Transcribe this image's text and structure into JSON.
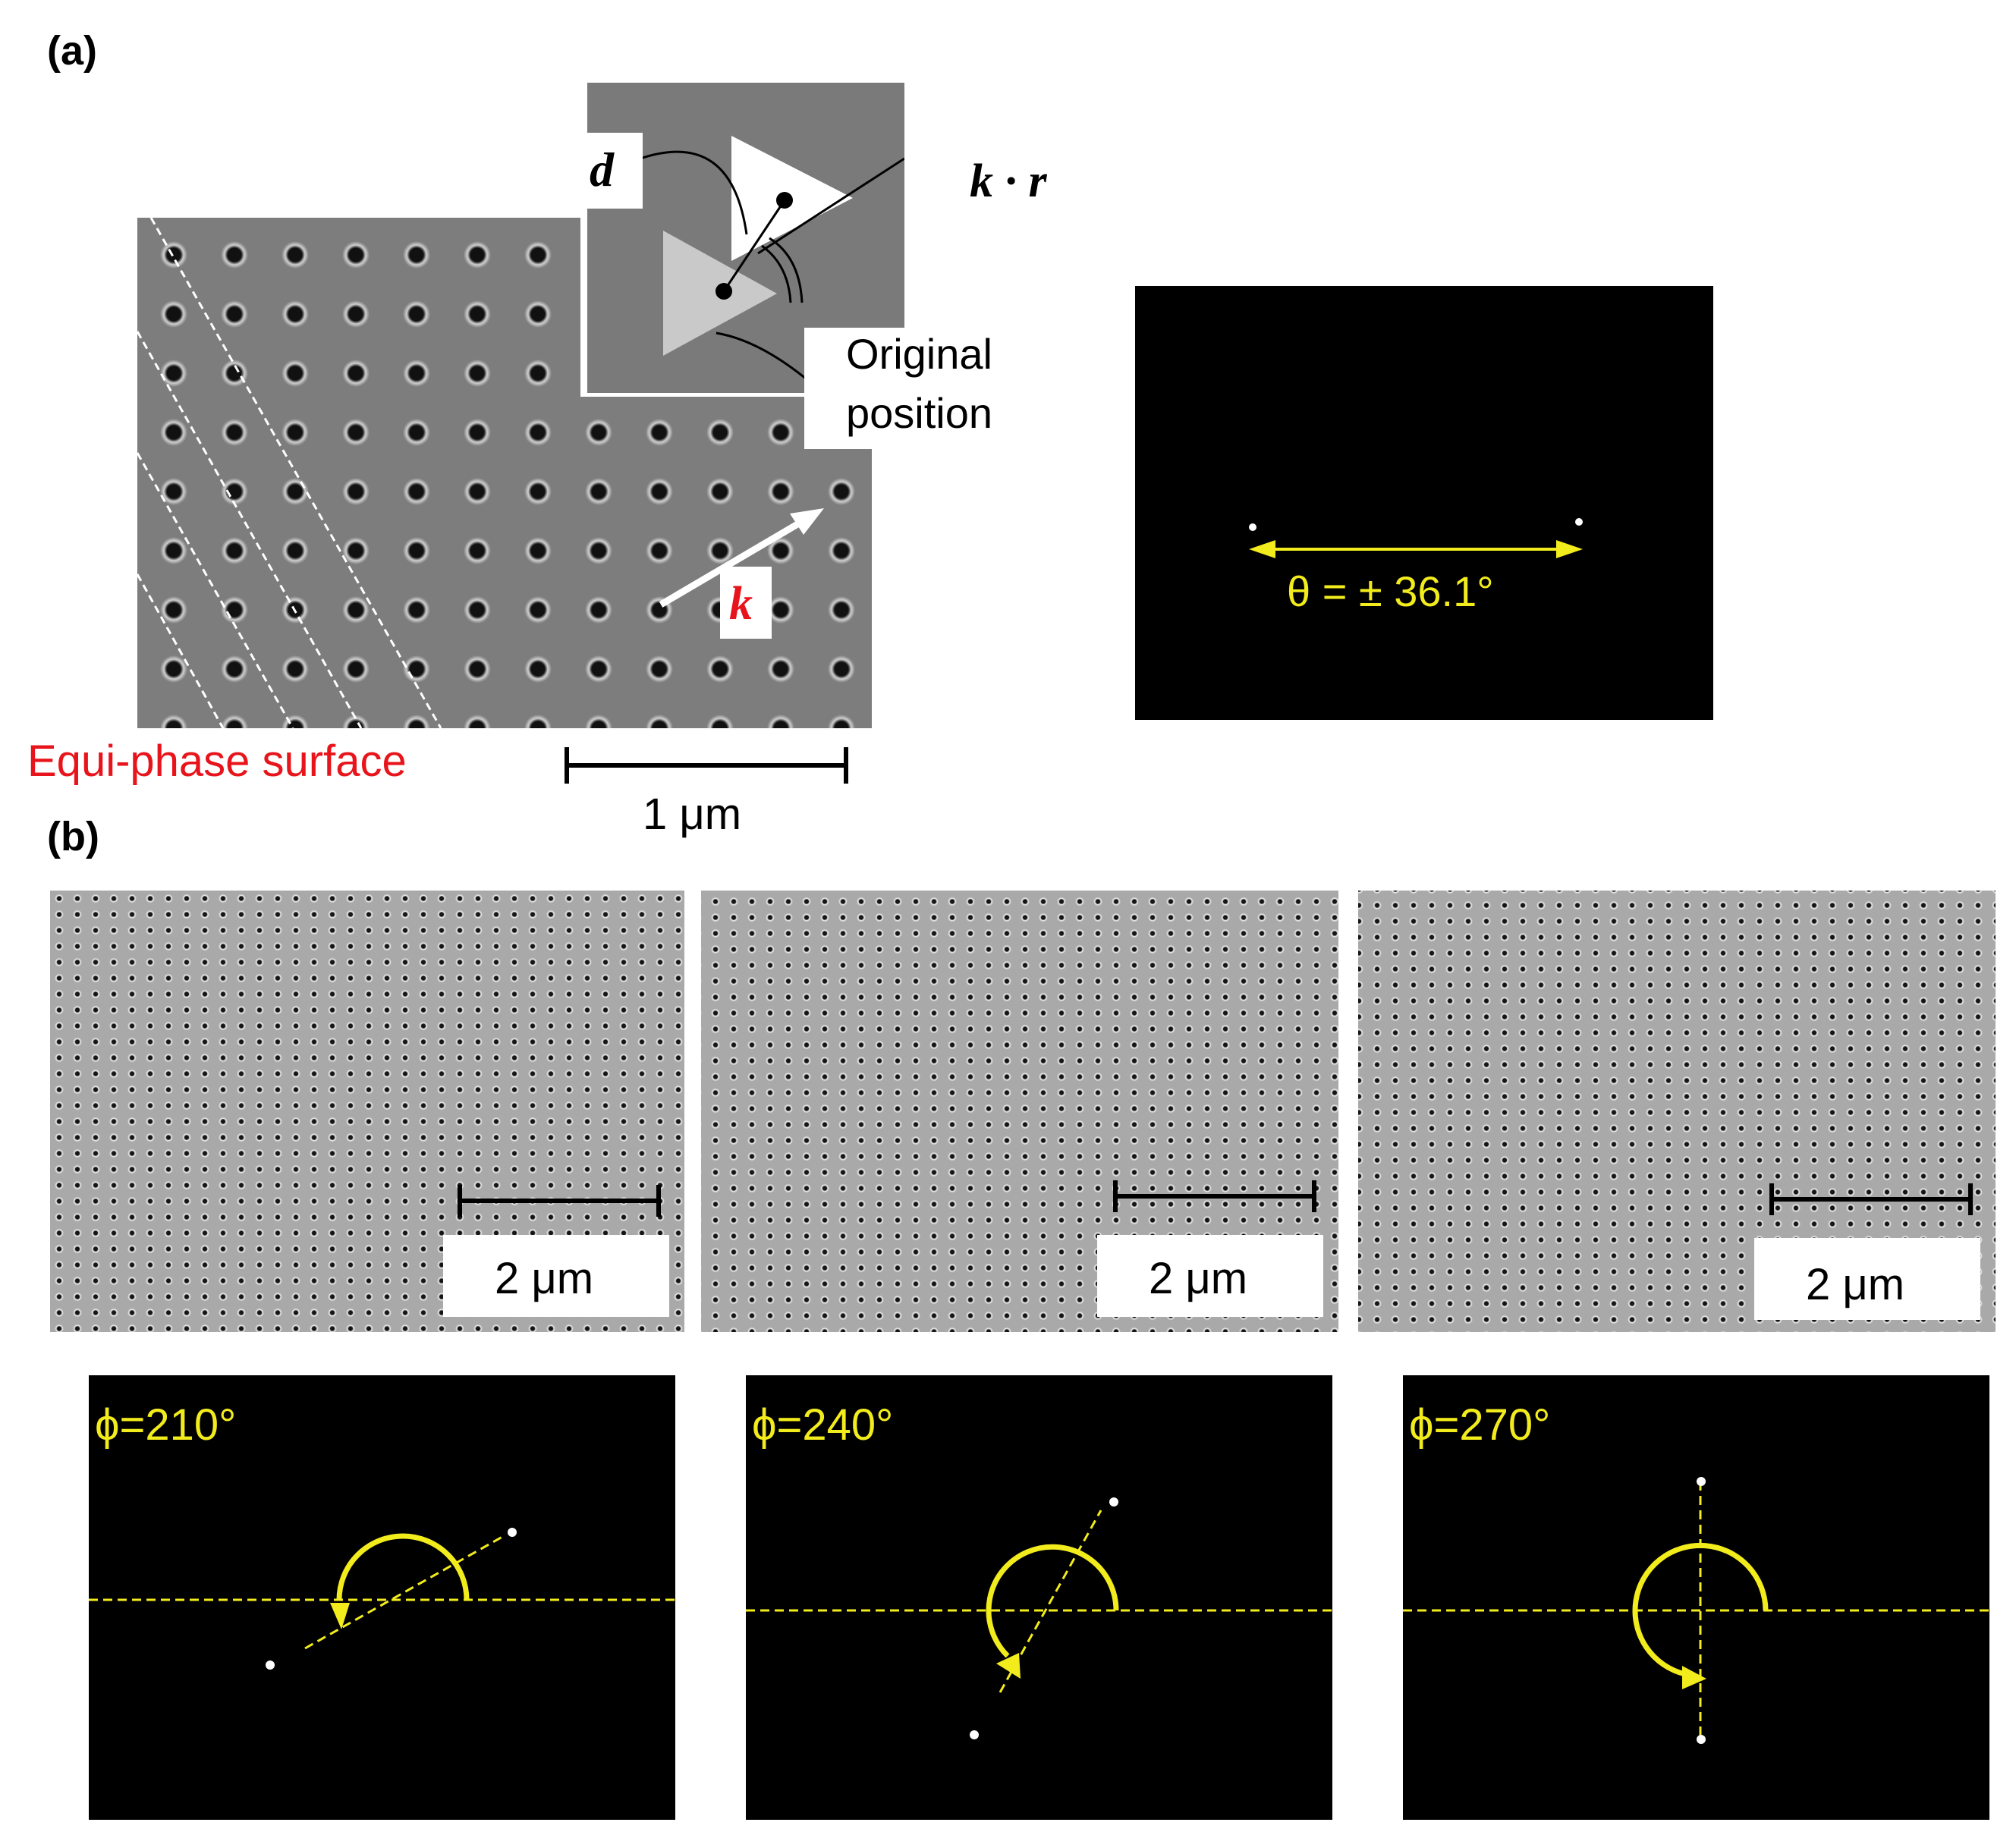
{
  "panel_a": {
    "label": "(a)",
    "inset": {
      "d_label": "d",
      "kr_label": "k · r",
      "original_position": [
        "Original",
        "position"
      ]
    },
    "k_label": "k",
    "equiphase_label": "Equi-phase surface",
    "scalebar_label": "1 μm",
    "diffraction": {
      "theta_label": "θ = ± 36.1°"
    }
  },
  "panel_b": {
    "label": "(b)",
    "sem_images": [
      {
        "scalebar_label": "2 μm"
      },
      {
        "scalebar_label": "2 μm"
      },
      {
        "scalebar_label": "2 μm"
      }
    ],
    "diffraction_patterns": [
      {
        "phi_label": "ϕ=210°",
        "phi_deg": 210
      },
      {
        "phi_label": "ϕ=240°",
        "phi_deg": 240
      },
      {
        "phi_label": "ϕ=270°",
        "phi_deg": 270
      }
    ]
  },
  "colors": {
    "annotation_red": "#e8141b",
    "annotation_yellow": "#f2ec1c"
  }
}
